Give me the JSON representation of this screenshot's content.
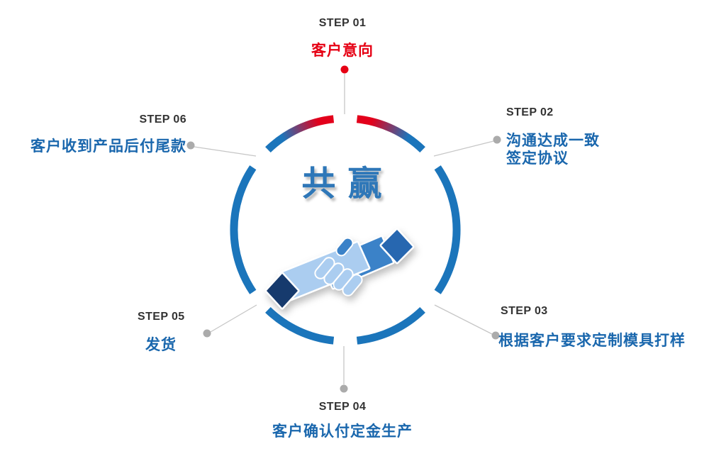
{
  "center": {
    "title": "共 赢",
    "icon": "handshake-icon"
  },
  "steps": [
    {
      "label": "STEP 01",
      "lines": [
        "客户意向"
      ],
      "highlight": true
    },
    {
      "label": "STEP 02",
      "lines": [
        "沟通达成一致",
        "签定协议"
      ]
    },
    {
      "label": "STEP 03",
      "lines": [
        "根据客户要求定制模具打样"
      ]
    },
    {
      "label": "STEP 04",
      "lines": [
        "客户确认付定金生产"
      ]
    },
    {
      "label": "STEP 05",
      "lines": [
        "发货"
      ]
    },
    {
      "label": "STEP 06",
      "lines": [
        "客户收到产品后付尾款"
      ]
    }
  ],
  "colors": {
    "red": "#e60014",
    "blue": "#1b75bb",
    "text_blue": "#1a67ad",
    "label_dark": "#333333",
    "connector_gray": "#c6c6c6",
    "dot_gray": "#ababab",
    "handshake_dark_navy": "#163a6d",
    "handshake_mid_blue": "#3b82c8",
    "handshake_sleeve_blue": "#2767b0",
    "handshake_light_blue": "#abcdf0"
  }
}
